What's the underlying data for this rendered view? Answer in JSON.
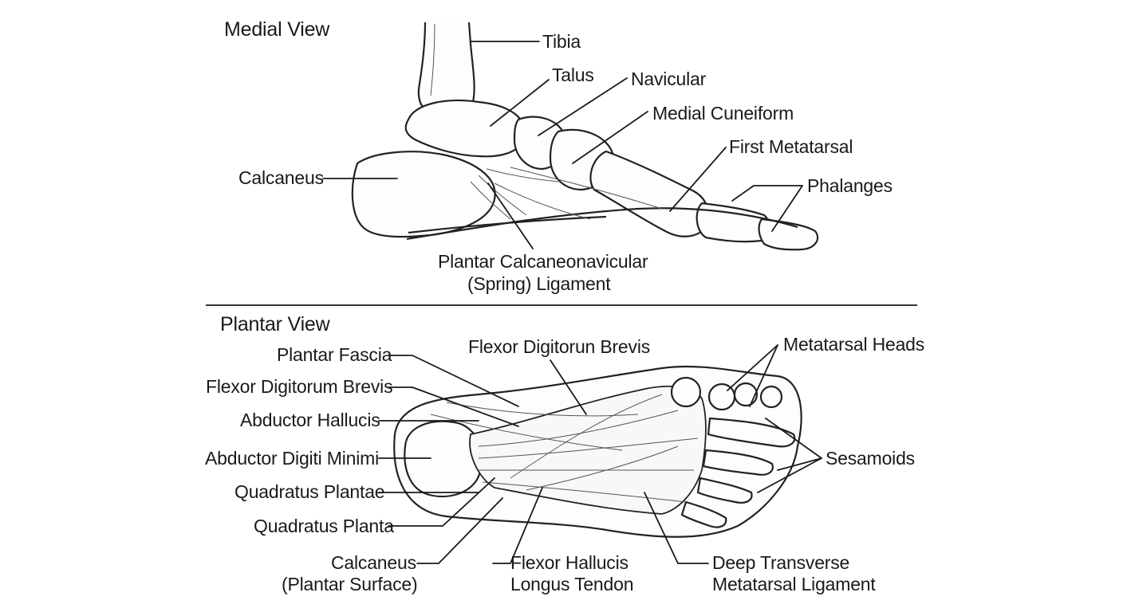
{
  "medial": {
    "title": "Medial View",
    "labels": {
      "tibia": "Tibia",
      "talus": "Talus",
      "navicular": "Navicular",
      "medial_cuneiform": "Medial Cuneiform",
      "first_metatarsal": "First Metatarsal",
      "phalanges": "Phalanges",
      "calcaneus": "Calcaneus",
      "spring_ligament_line1": "Plantar Calcaneonavicular",
      "spring_ligament_line2": "(Spring) Ligament"
    }
  },
  "plantar": {
    "title": "Plantar View",
    "labels": {
      "plantar_fascia": "Plantar Fascia",
      "flexor_digitorum_brevis_left": "Flexor Digitorum Brevis",
      "abductor_hallucis": "Abductor Hallucis",
      "abductor_digiti_minimi": "Abductor Digiti Minimi",
      "quadratus_plantae": "Quadratus Plantae",
      "quadratus_planta": "Quadratus Planta",
      "calcaneus_line1": "Calcaneus",
      "calcaneus_line2": "(Plantar Surface)",
      "flexor_hallucis_line1": "Flexor Hallucis",
      "flexor_hallucis_line2": "Longus Tendon",
      "flexor_digitorun_brevis_top": "Flexor Digitorun Brevis",
      "metatarsal_heads": "Metatarsal Heads",
      "sesamoids": "Sesamoids",
      "deep_transverse_line1": "Deep Transverse",
      "deep_transverse_line2": "Metatarsal Ligament"
    }
  }
}
